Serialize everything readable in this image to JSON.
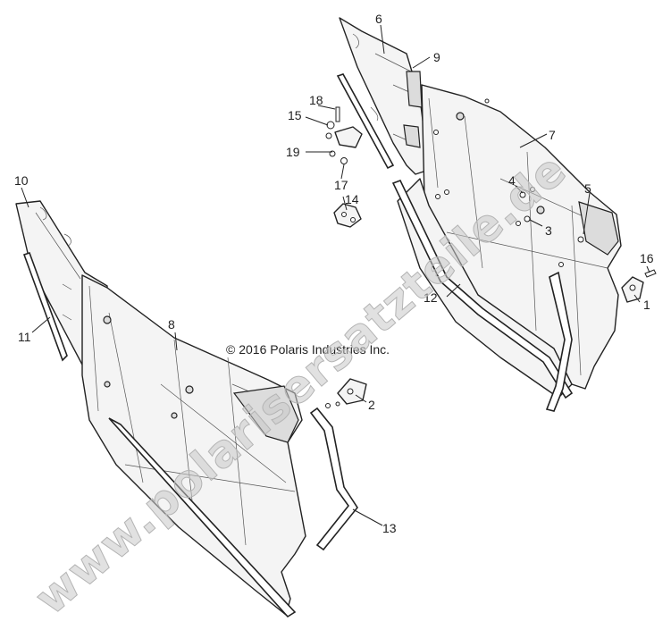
{
  "copyright": "© 2016 Polaris Industries Inc.",
  "watermark": "www.polarisersatzteile.de",
  "callouts": {
    "c1": "1",
    "c2": "2",
    "c3": "3",
    "c4": "4",
    "c5": "5",
    "c6": "6",
    "c7": "7",
    "c8": "8",
    "c9": "9",
    "c10": "10",
    "c11": "11",
    "c12": "12",
    "c13": "13",
    "c14": "14",
    "c15": "15",
    "c16": "16",
    "c17": "17",
    "c18": "18",
    "c19": "19"
  }
}
